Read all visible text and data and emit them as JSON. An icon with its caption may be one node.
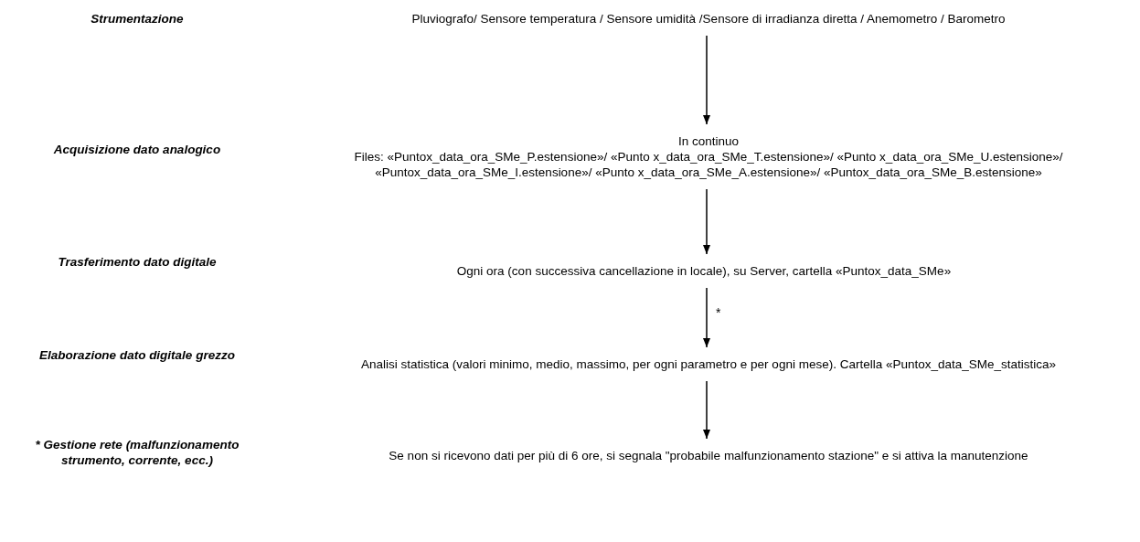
{
  "diagram": {
    "nodes": [
      {
        "text": [
          "Pluviografo/ Sensore temperatura / Sensore umidità /Sensore di irradianza diretta / Anemometro / Barometro"
        ]
      },
      {
        "text": [
          "In continuo",
          "Files: «Puntox_data_ora_SMe_P.estensione»/ «Punto x_data_ora_SMe_T.estensione»/ «Punto x_data_ora_SMe_U.estensione»/ «Puntox_data_ora_SMe_I.estensione»/ «Punto x_data_ora_SMe_A.estensione»/ «Puntox_data_ora_SMe_B.estensione»"
        ]
      },
      {
        "text": [
          "Ogni ora (con successiva cancellazione in locale), su Server, cartella «Puntox_data_SMe»"
        ]
      },
      {
        "text": [
          "Analisi statistica (valori minimo, medio, massimo, per ogni parametro e per ogni mese). Cartella «Puntox_data_SMe_statistica»"
        ]
      },
      {
        "text": [
          "Se non si ricevono dati per più di 6 ore, si segnala \"probabile malfunzionamento stazione\" e si attiva la manutenzione"
        ]
      }
    ],
    "edges": [
      {
        "from": 0,
        "to": 1,
        "arrow": "to"
      },
      {
        "from": 1,
        "to": 2,
        "arrow": "to"
      },
      {
        "from": 2,
        "to": 3,
        "arrow": "to",
        "label": "*"
      },
      {
        "from": 3,
        "to": 4,
        "arrow": "to"
      }
    ],
    "labels": [
      "Strumentazione",
      "Acquisizione dato analogico",
      "Trasferimento dato digitale",
      "Elaborazione dato digitale grezzo",
      "* Gestione rete (malfunzionamento strumento, corrente, ecc.)"
    ]
  }
}
